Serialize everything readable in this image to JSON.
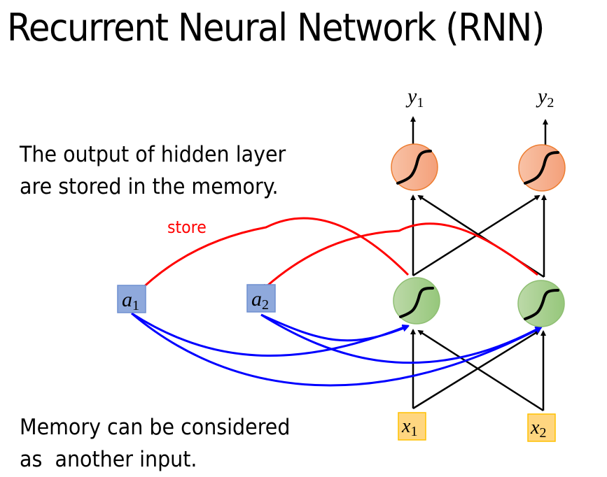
{
  "slide": {
    "title": "Recurrent Neural Network (RNN)",
    "top_note": [
      "The output of hidden layer",
      "are stored in the memory."
    ],
    "bottom_note": [
      "Memory can be considered",
      "as  another input."
    ],
    "store_label": "store"
  },
  "colors": {
    "output_neuron_fill": "#f4a582",
    "output_neuron_stroke": "#ed7d31",
    "hidden_neuron_fill": "#a9d18e",
    "hidden_neuron_stroke": "#8fbf73",
    "memory_fill": "#8fa9dc",
    "memory_stroke": "#6f8fd0",
    "input_fill": "#ffd680",
    "input_stroke": "#ffc000",
    "store_arrow": "#ff0000",
    "memory_arrow": "#0000ff",
    "weight_arrow": "#000000"
  },
  "diagram": {
    "outputs": [
      {
        "id": "y1",
        "symbol": "y",
        "subscript": "1"
      },
      {
        "id": "y2",
        "symbol": "y",
        "subscript": "2"
      }
    ],
    "output_neurons": [
      {
        "id": "o1",
        "activation": "sigmoid-icon"
      },
      {
        "id": "o2",
        "activation": "sigmoid-icon"
      }
    ],
    "hidden_neurons": [
      {
        "id": "h1",
        "activation": "sigmoid-icon"
      },
      {
        "id": "h2",
        "activation": "sigmoid-icon"
      }
    ],
    "memory_cells": [
      {
        "id": "a1",
        "symbol": "a",
        "subscript": "1"
      },
      {
        "id": "a2",
        "symbol": "a",
        "subscript": "2"
      }
    ],
    "inputs": [
      {
        "id": "x1",
        "symbol": "x",
        "subscript": "1"
      },
      {
        "id": "x2",
        "symbol": "x",
        "subscript": "2"
      }
    ],
    "edges": {
      "input_to_hidden": [
        [
          "x1",
          "h1"
        ],
        [
          "x1",
          "h2"
        ],
        [
          "x2",
          "h1"
        ],
        [
          "x2",
          "h2"
        ]
      ],
      "hidden_to_output": [
        [
          "h1",
          "o1"
        ],
        [
          "h1",
          "o2"
        ],
        [
          "h2",
          "o1"
        ],
        [
          "h2",
          "o2"
        ]
      ],
      "output_to_y": [
        [
          "o1",
          "y1"
        ],
        [
          "o2",
          "y2"
        ]
      ],
      "store": [
        [
          "h1",
          "a1"
        ],
        [
          "h2",
          "a2"
        ]
      ],
      "memory_to_hidden": [
        [
          "a1",
          "h1"
        ],
        [
          "a1",
          "h2"
        ],
        [
          "a2",
          "h1"
        ],
        [
          "a2",
          "h2"
        ]
      ]
    }
  }
}
